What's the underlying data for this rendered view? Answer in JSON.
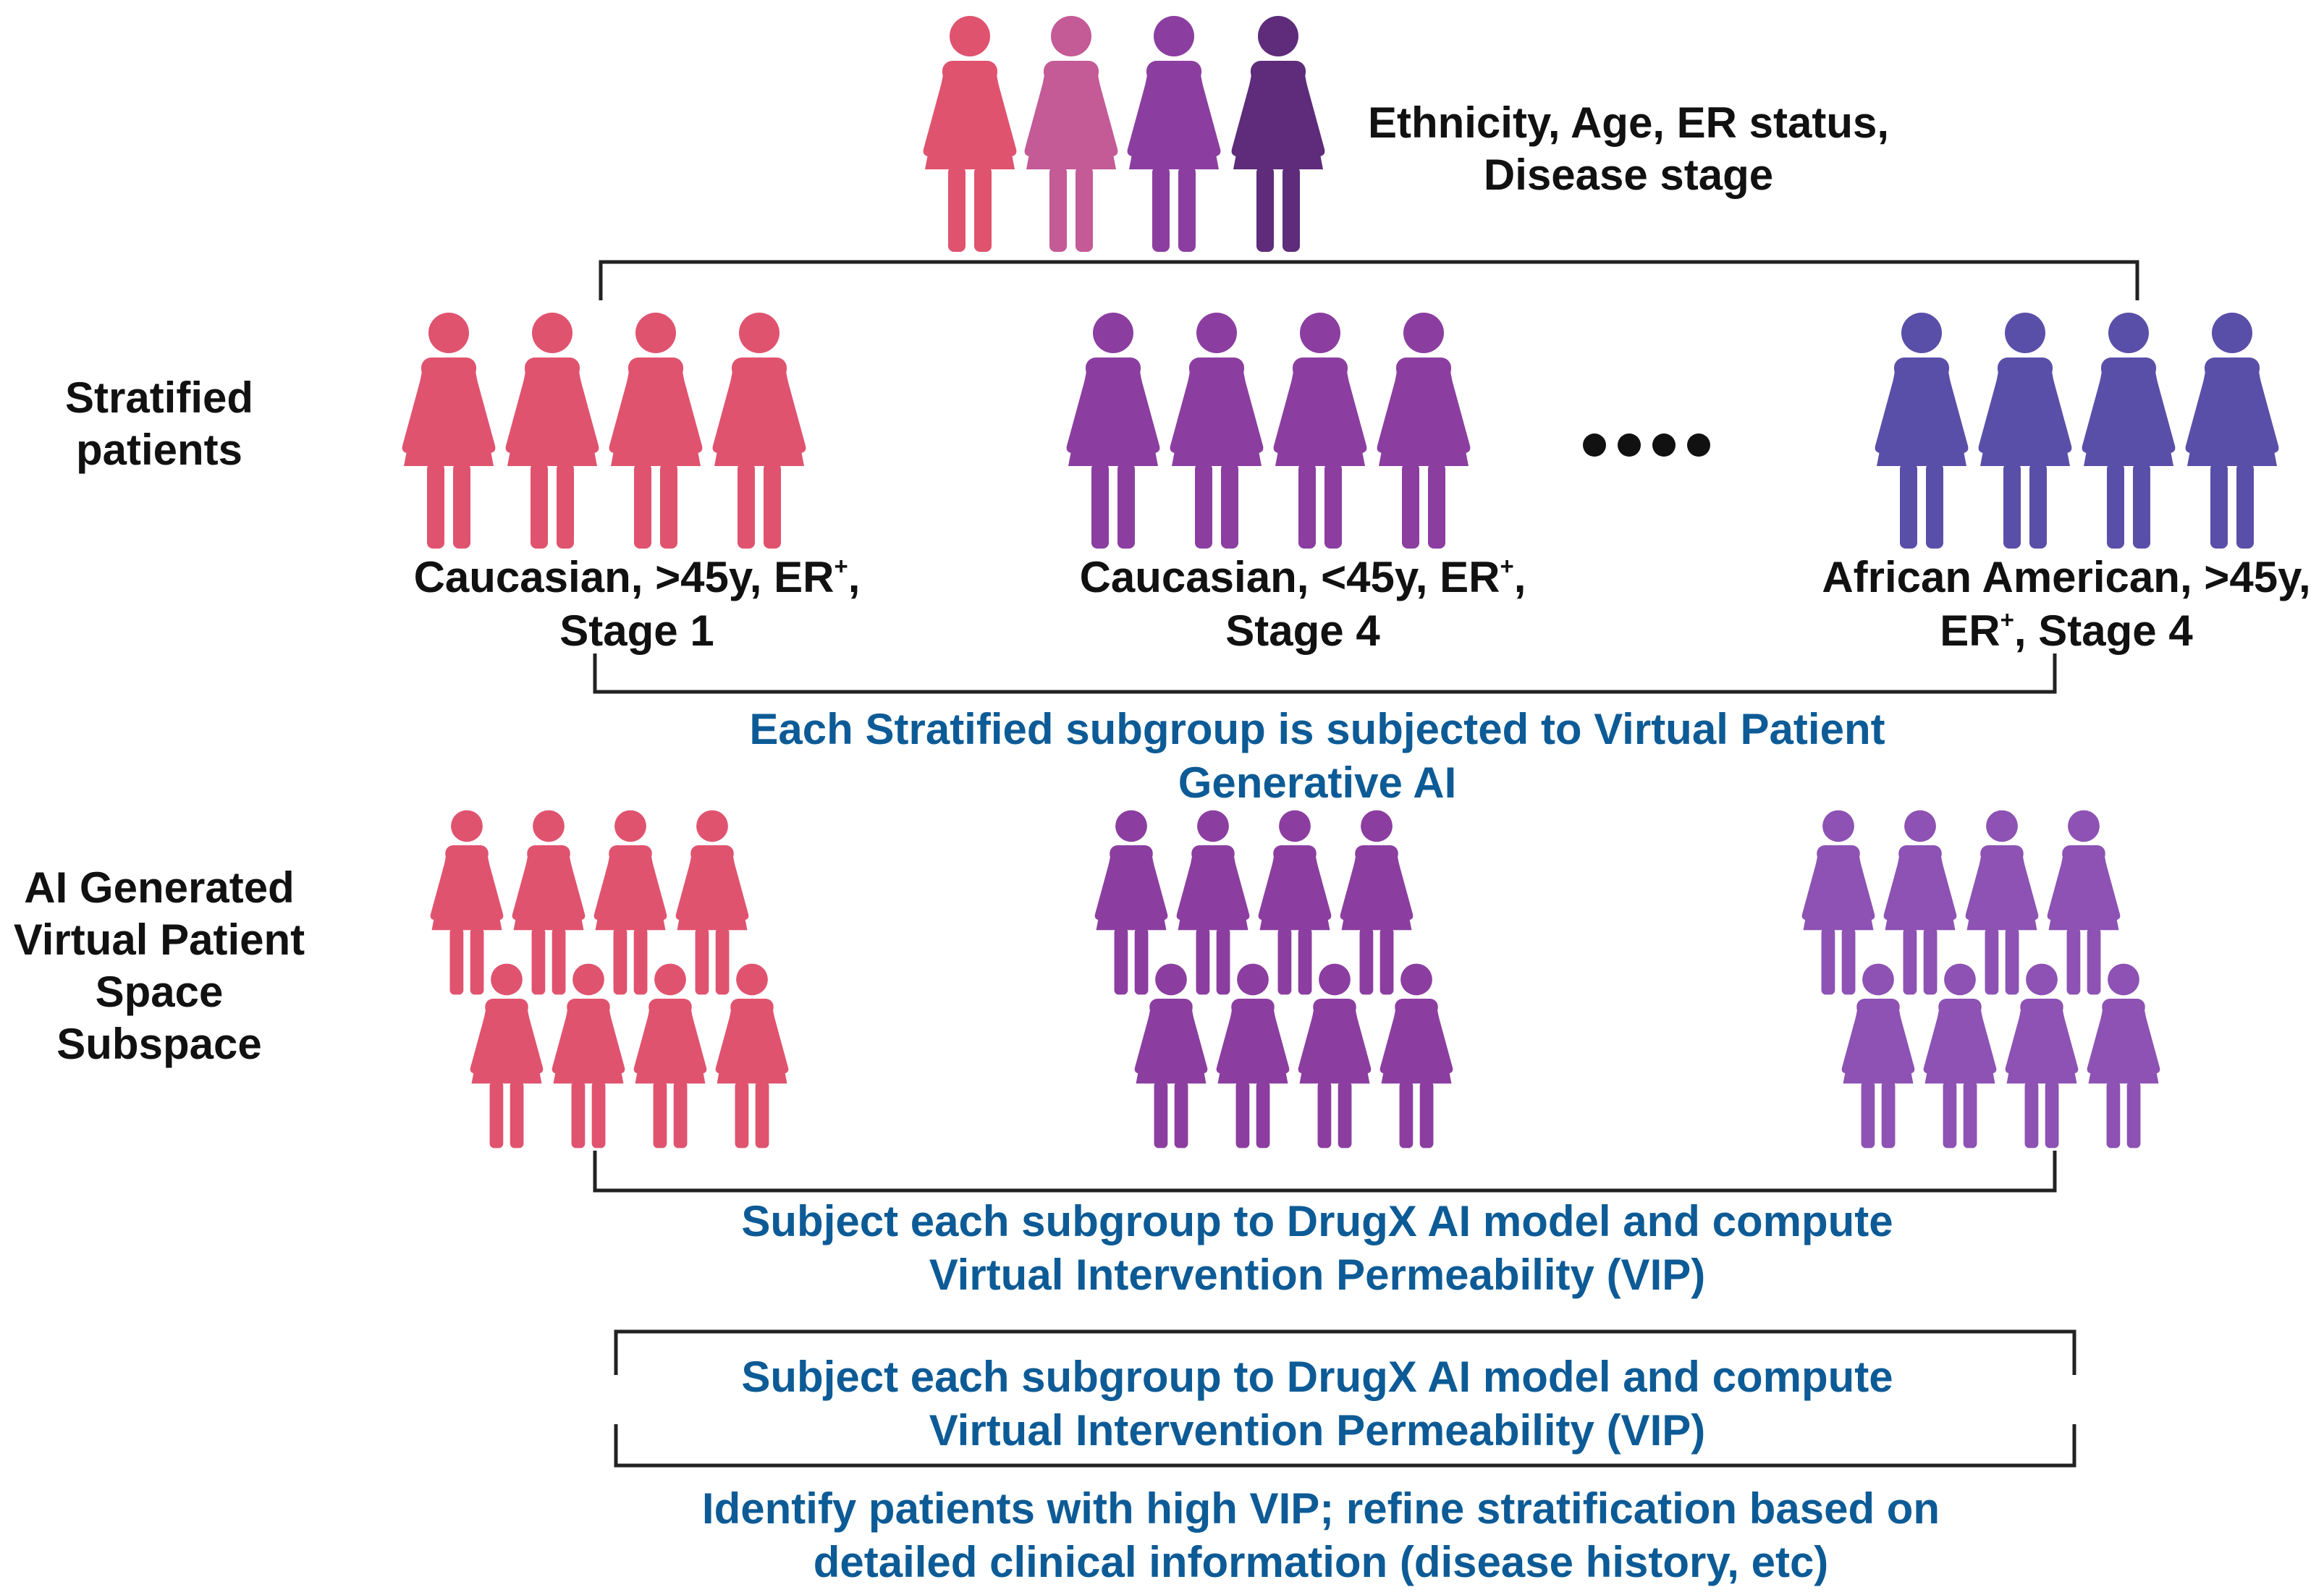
{
  "top_label": {
    "line1": "Ethnicity, Age, ER status,",
    "line2": "Disease stage"
  },
  "side_labels": {
    "stratified": [
      "Stratified",
      "patients"
    ],
    "ai_generated": [
      "AI Generated",
      "Virtual Patient",
      "Space",
      "Subspace"
    ]
  },
  "groups": [
    {
      "line1_pre": "Caucasian, >45y, ER",
      "line1_sup": "+",
      "line1_post": ",",
      "line2_pre": "",
      "line2_sup": "",
      "line2_post": "Stage 1"
    },
    {
      "line1_pre": "Caucasian, <45y, ER",
      "line1_sup": "+",
      "line1_post": ",",
      "line2_pre": "",
      "line2_sup": "",
      "line2_post": "Stage 4"
    },
    {
      "line1_pre": "African American, >45y,",
      "line1_sup": "",
      "line1_post": "",
      "line2_pre": "ER",
      "line2_sup": "+",
      "line2_post": ", Stage 4"
    }
  ],
  "ellipsis": "••••",
  "step1": [
    "Each Stratified subgroup is subjected to Virtual Patient",
    "Generative AI"
  ],
  "step2": [
    "Subject each subgroup to DrugX  AI model and compute",
    "Virtual Intervention Permeability (VIP)"
  ],
  "step3": [
    "Subject each subgroup to DrugX  AI model and compute",
    "Virtual Intervention Permeability (VIP)"
  ],
  "step4": [
    "Identify patients with high VIP; refine stratification based on",
    "detailed clinical information (disease history, etc)"
  ],
  "colors": {
    "top_figures": [
      "#e0536f",
      "#c45a96",
      "#8b3ea0",
      "#5e2c7a"
    ],
    "group_colors": [
      "#e0536f",
      "#8b3ea0",
      "#5a4fa8"
    ],
    "virtual_colors": [
      "#e0536f",
      "#8b3ea0",
      "#8d52b3"
    ],
    "text_blue": "#0d5b96",
    "bracket": "#222222"
  },
  "icons": {
    "person": "woman-figure-icon"
  }
}
